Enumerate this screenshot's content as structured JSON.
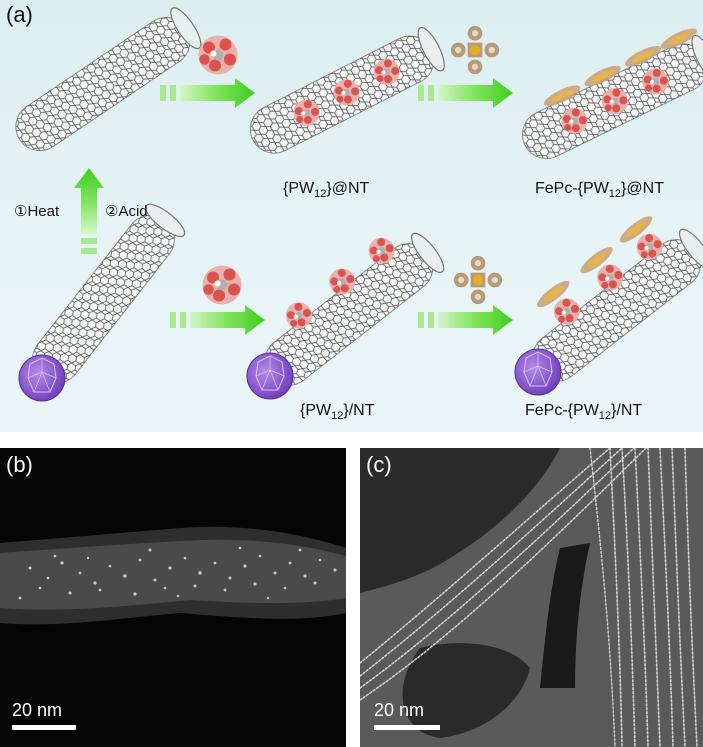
{
  "panels": {
    "a_label": "(a)",
    "b_label": "(b)",
    "c_label": "(c)"
  },
  "conditions": {
    "heat": "①Heat",
    "acid": "②Acid"
  },
  "captions": {
    "pw_at_nt_prefix": "{PW",
    "pw_at_nt_sub": "12",
    "pw_at_nt_suffix": "}@NT",
    "fepc_at_nt_prefix": "FePc-{PW",
    "fepc_at_nt_sub": "12",
    "fepc_at_nt_suffix": "}@NT",
    "pw_on_nt_prefix": "{PW",
    "pw_on_nt_sub": "12",
    "pw_on_nt_suffix": "}/NT",
    "fepc_on_nt_prefix": "FePc-{PW",
    "fepc_on_nt_sub": "12",
    "fepc_on_nt_suffix": "}/NT"
  },
  "scale_bars": {
    "b": "20 nm",
    "c": "20 nm"
  },
  "colors": {
    "arrow_green": "#4cd431",
    "cluster_red": "#d9534f",
    "fullerene_purple": "#8a55d4",
    "fepc_brown": "#b89a7a",
    "fe_gold": "#e0b020"
  }
}
